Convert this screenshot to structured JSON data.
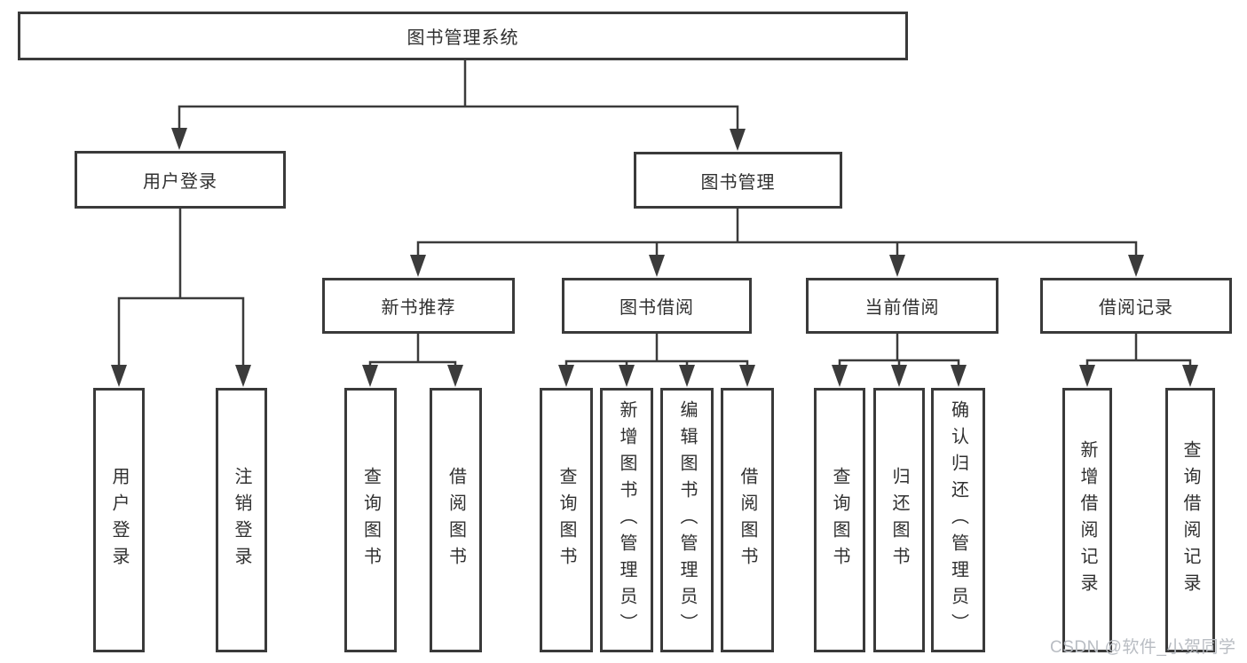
{
  "colors": {
    "line": "#3b3b3b",
    "box_border": "#3a3a3a",
    "text": "#303030",
    "background": "#ffffff",
    "watermark": "#b9bdc3"
  },
  "diagram": {
    "type": "tree",
    "root": {
      "label": "图书管理系统"
    },
    "level2": [
      {
        "label": "用户登录"
      },
      {
        "label": "图书管理"
      }
    ],
    "level3": [
      {
        "label": "新书推荐",
        "parent": "图书管理"
      },
      {
        "label": "图书借阅",
        "parent": "图书管理"
      },
      {
        "label": "当前借阅",
        "parent": "图书管理"
      },
      {
        "label": "借阅记录",
        "parent": "图书管理"
      }
    ],
    "leaves_user_login": [
      {
        "label": "用户登录"
      },
      {
        "label": "注销登录"
      }
    ],
    "leaves_new_book": [
      {
        "label": "查询图书"
      },
      {
        "label": "借阅图书"
      }
    ],
    "leaves_book_borrow": [
      {
        "label": "查询图书"
      },
      {
        "label": "新增图书（管理员）"
      },
      {
        "label": "编辑图书（管理员）"
      },
      {
        "label": "借阅图书"
      }
    ],
    "leaves_current_borrow": [
      {
        "label": "查询图书"
      },
      {
        "label": "归还图书"
      },
      {
        "label": "确认归还（管理员）"
      }
    ],
    "leaves_borrow_record": [
      {
        "label": "新增借阅记录"
      },
      {
        "label": "查询借阅记录"
      }
    ]
  },
  "watermark": "CSDN @软件_小贺同学"
}
